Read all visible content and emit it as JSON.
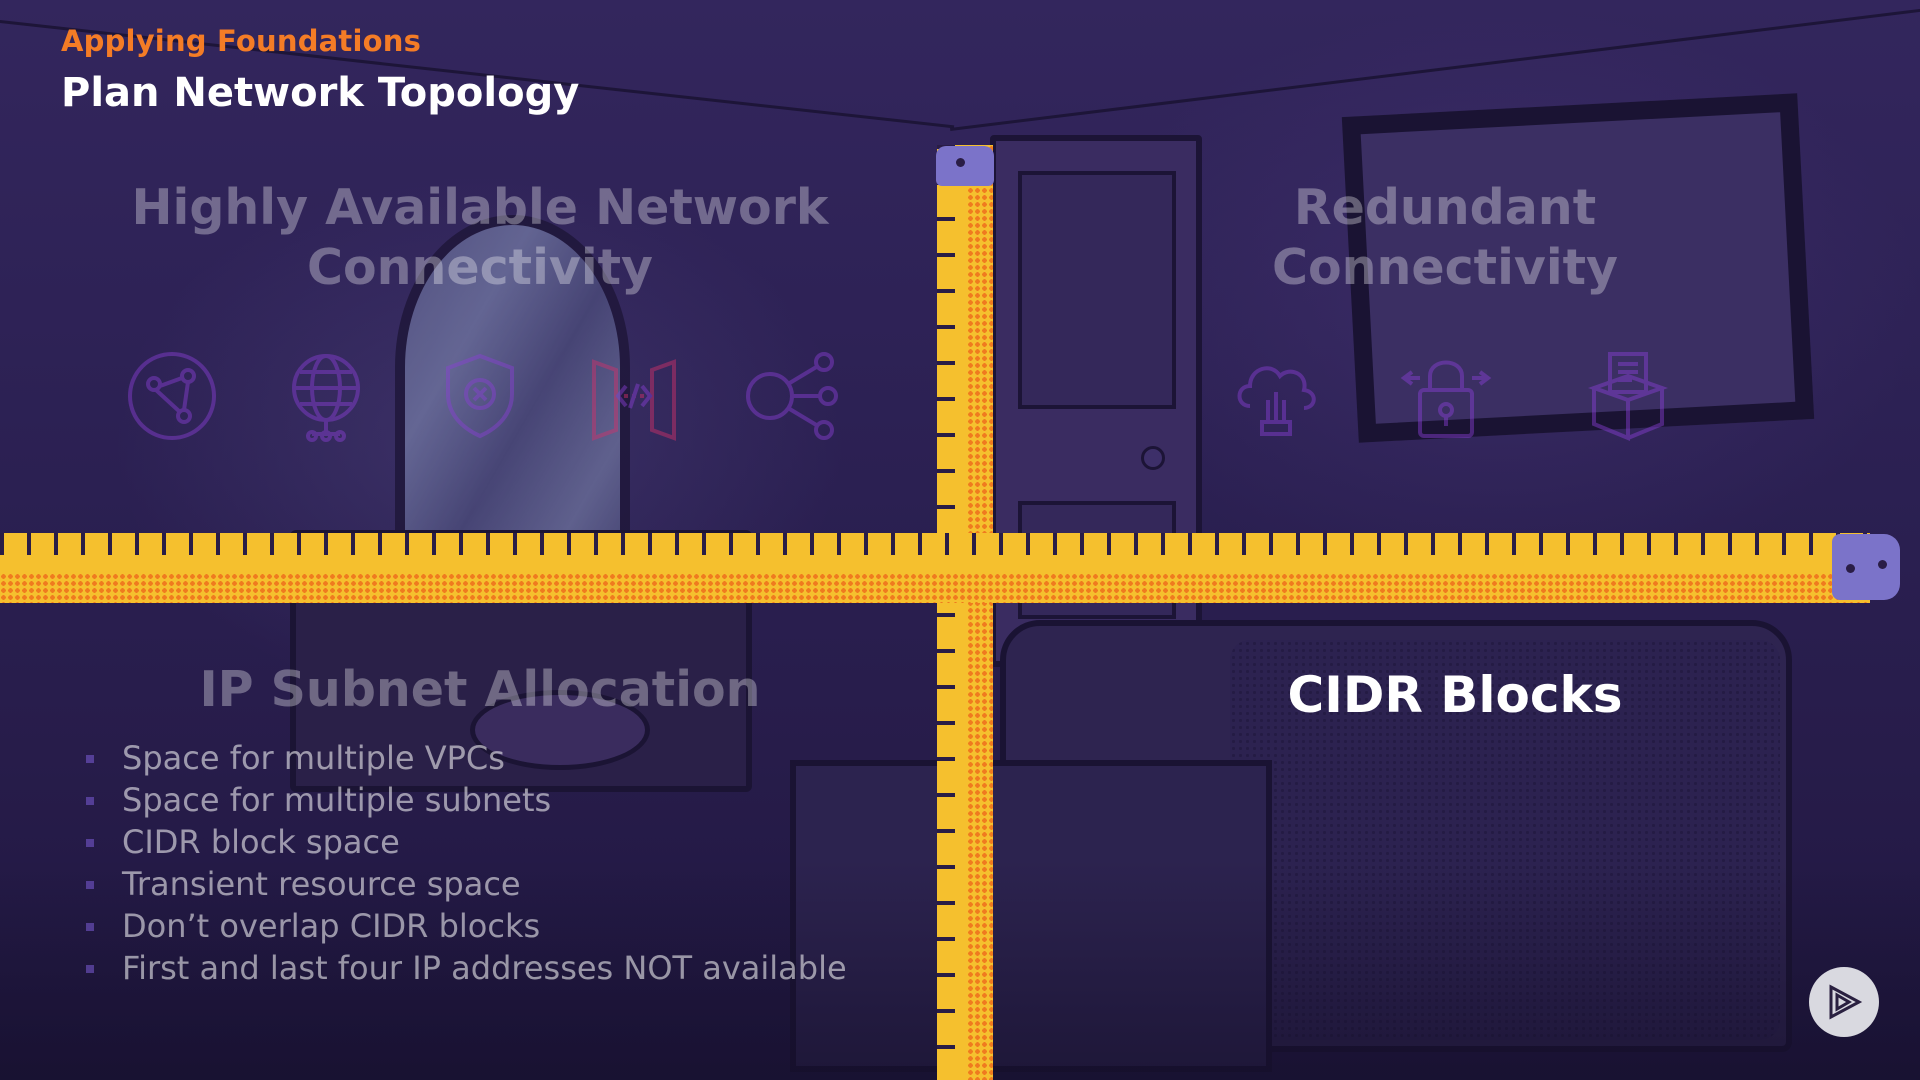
{
  "header": {
    "kicker": "Applying Foundations",
    "title": "Plan Network Topology"
  },
  "quadrants": {
    "top_left": {
      "title_line1": "Highly Available Network",
      "title_line2": "Connectivity",
      "icons": [
        "globe-network-icon",
        "internet-gateway-icon",
        "shield-gear-icon",
        "code-gateway-icon",
        "share-nodes-icon"
      ]
    },
    "top_right": {
      "title_line1": "Redundant",
      "title_line2": "Connectivity",
      "icons": [
        "cloud-hand-icon",
        "lock-arrows-icon",
        "box-document-icon"
      ]
    },
    "bottom_left": {
      "title": "IP Subnet Allocation",
      "bullets": [
        "Space for multiple VPCs",
        "Space for multiple subnets",
        "CIDR block space",
        "Transient resource space",
        "Don’t overlap CIDR blocks",
        "First and last four IP addresses NOT available"
      ]
    },
    "bottom_right": {
      "title": "CIDR Blocks"
    }
  },
  "colors": {
    "accent_orange": "#f47c26",
    "tape_yellow": "#f5c02e",
    "tape_clip": "#7b73c9",
    "background": "#2a1f4e",
    "bullet_marker": "#7b5cd6"
  },
  "controls": {
    "play_icon": "play-icon"
  }
}
